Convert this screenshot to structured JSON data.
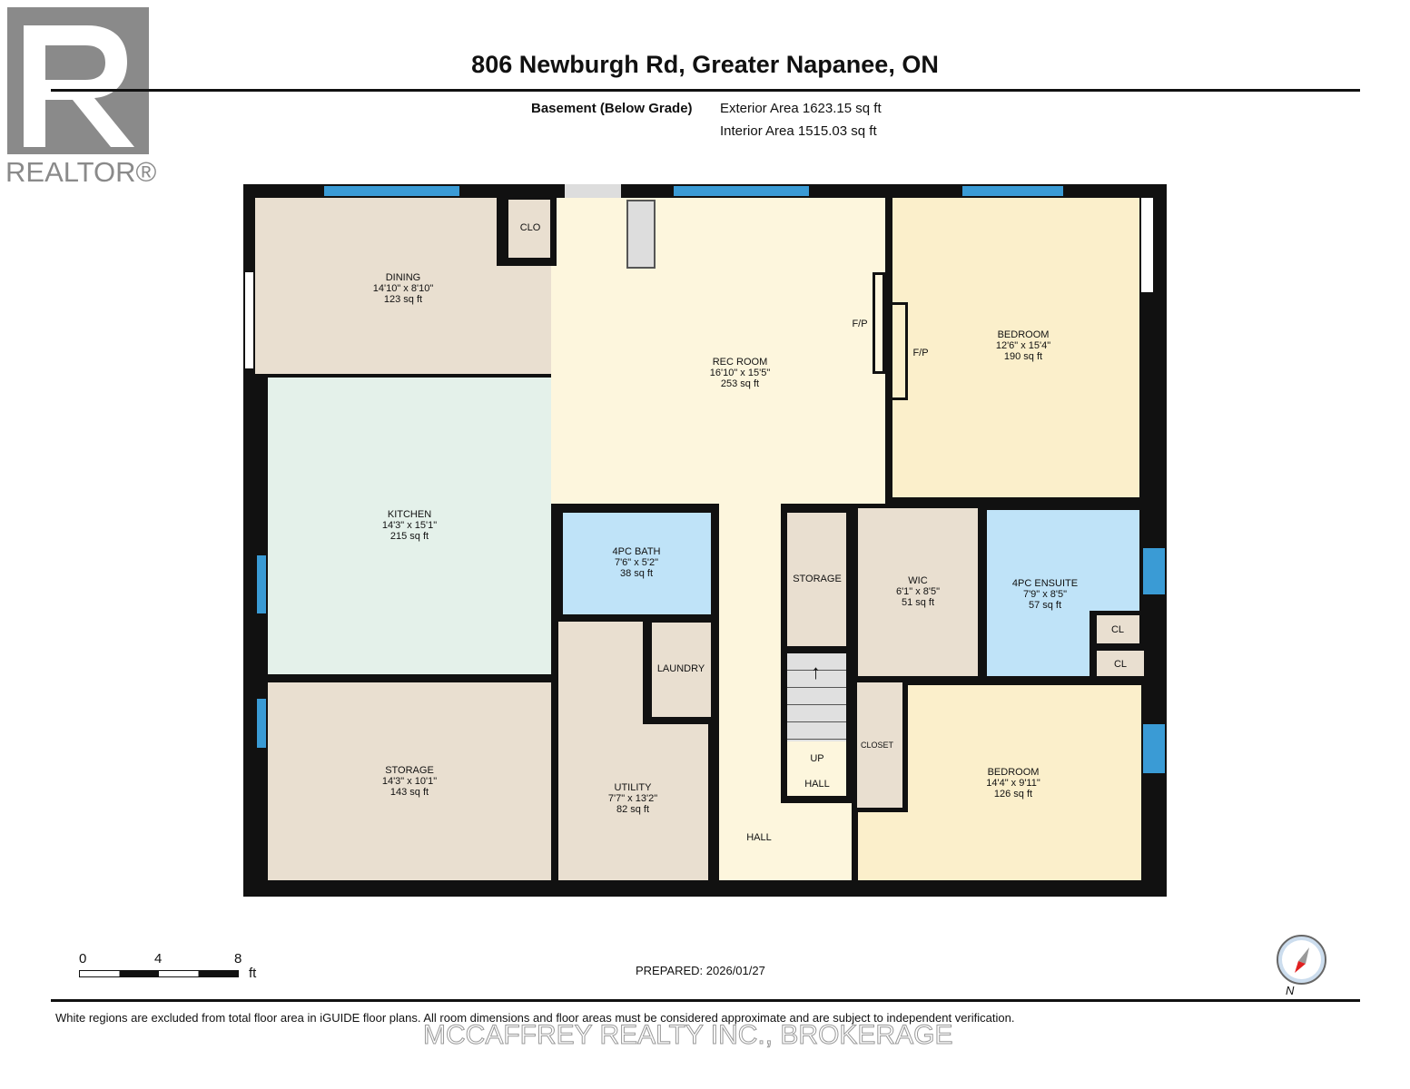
{
  "logo": {
    "text": "REALTOR®"
  },
  "header": {
    "title": "806 Newburgh Rd, Greater Napanee, ON",
    "level": "Basement (Below Grade)",
    "exterior": "Exterior Area 1623.15 sq ft",
    "interior": "Interior Area 1515.03 sq ft"
  },
  "rooms": [
    {
      "name": "DINING",
      "dims": "14'10\" x 8'10\"",
      "area": "123 sq ft"
    },
    {
      "name": "KITCHEN",
      "dims": "14'3\" x 15'1\"",
      "area": "215 sq ft"
    },
    {
      "name": "STORAGE",
      "dims": "14'3\" x 10'1\"",
      "area": "143 sq ft"
    },
    {
      "name": "REC ROOM",
      "dims": "16'10\" x 15'5\"",
      "area": "253 sq ft"
    },
    {
      "name": "BEDROOM",
      "dims": "12'6\" x 15'4\"",
      "area": "190 sq ft"
    },
    {
      "name": "4PC BATH",
      "dims": "7'6\" x 5'2\"",
      "area": "38 sq ft"
    },
    {
      "name": "UTILITY",
      "dims": "7'7\" x 13'2\"",
      "area": "82 sq ft"
    },
    {
      "name": "WIC",
      "dims": "6'1\" x 8'5\"",
      "area": "51 sq ft"
    },
    {
      "name": "4PC ENSUITE",
      "dims": "7'9\" x 8'5\"",
      "area": "57 sq ft"
    },
    {
      "name": "BEDROOM",
      "dims": "14'4\" x 9'11\"",
      "area": "126 sq ft"
    }
  ],
  "labels": {
    "clo": "CLO",
    "fp1": "F/P",
    "fp2": "F/P",
    "laundry": "LAUNDRY",
    "storage_small": "STORAGE",
    "up": "UP",
    "hall_small": "HALL",
    "hall": "HALL",
    "closet": "CLOSET",
    "cl1": "CL",
    "cl2": "CL"
  },
  "footer": {
    "scale": [
      "0",
      "4",
      "8"
    ],
    "scale_unit": "ft",
    "prepared": "PREPARED: 2026/01/27",
    "compass": "N",
    "disclaimer": "White regions are excluded from total floor area in iGUIDE floor plans. All room dimensions and floor areas must be considered approximate and are subject to independent verification.",
    "watermark": "MCCAFFREY REALTY INC., BROKERAGE"
  },
  "colors": {
    "wall": "#111111",
    "window": "#3a9bd5",
    "beige": "#e9dfd0",
    "yellow": "#fdf6dd",
    "bedroom": "#fbefcb",
    "kitchen": "#e4f1ea",
    "bath": "#bfe3f8"
  }
}
